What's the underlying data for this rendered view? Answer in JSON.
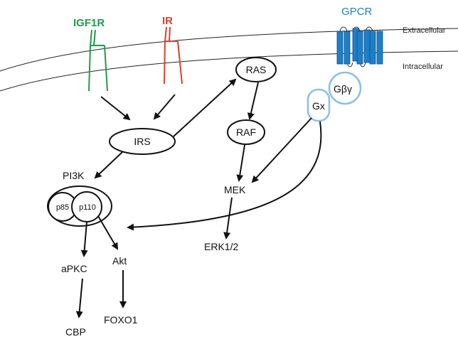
{
  "receptors": {
    "igf1r": "IGF1R",
    "ir": "IR",
    "gpcr": "GPCR"
  },
  "membrane": {
    "extracellular": "Extracellular",
    "intracellular": "Intracellular"
  },
  "nodes": {
    "ras": "RAS",
    "raf": "RAF",
    "irs": "IRS",
    "pi3k": "PI3K",
    "p85": "p85",
    "p110": "p110",
    "mek": "MEK",
    "erk": "ERK1/2",
    "apkc": "aPKC",
    "akt": "Akt",
    "cbp": "CBP",
    "foxo1": "FOXO1",
    "gx": "Gx",
    "gbg": "Gβγ"
  },
  "colors": {
    "igf1r": "#1f9a4a",
    "ir": "#d9412b",
    "gpcr": "#1e7fc9",
    "g_protein": "#8bbfe6",
    "ink": "#111111"
  }
}
